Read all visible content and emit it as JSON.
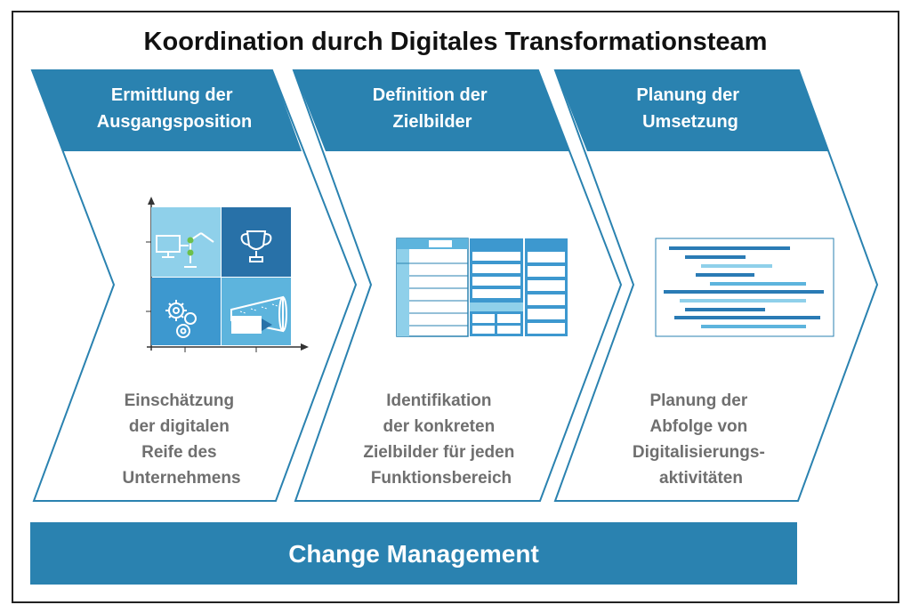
{
  "title": "Koordination durch Digitales Transformationsteam",
  "colors": {
    "primary": "#2a82b0",
    "text_gray": "#6f6f6f",
    "light_blue": "#8fd0ea",
    "mid_blue": "#3d98cf",
    "dark_blue": "#2871a8"
  },
  "phases": [
    {
      "heading": [
        "Ermittlung der",
        "Ausgangsposition"
      ],
      "icon": "maturity-matrix-icon",
      "description": [
        "Einschätzung",
        "der digitalen",
        "Reife des",
        "Unternehmens"
      ]
    },
    {
      "heading": [
        "Definition der",
        "Zielbilder"
      ],
      "icon": "target-table-icon",
      "description": [
        "Identifikation",
        "der konkreten",
        "Zielbilder für jeden",
        "Funktionsbereich"
      ]
    },
    {
      "heading": [
        "Planung der",
        "Umsetzung"
      ],
      "icon": "roadmap-bars-icon",
      "description": [
        "Planung der",
        "Abfolge von",
        "Digitalisierungs-",
        "aktivitäten"
      ]
    }
  ],
  "footer": {
    "label": "Change Management"
  }
}
